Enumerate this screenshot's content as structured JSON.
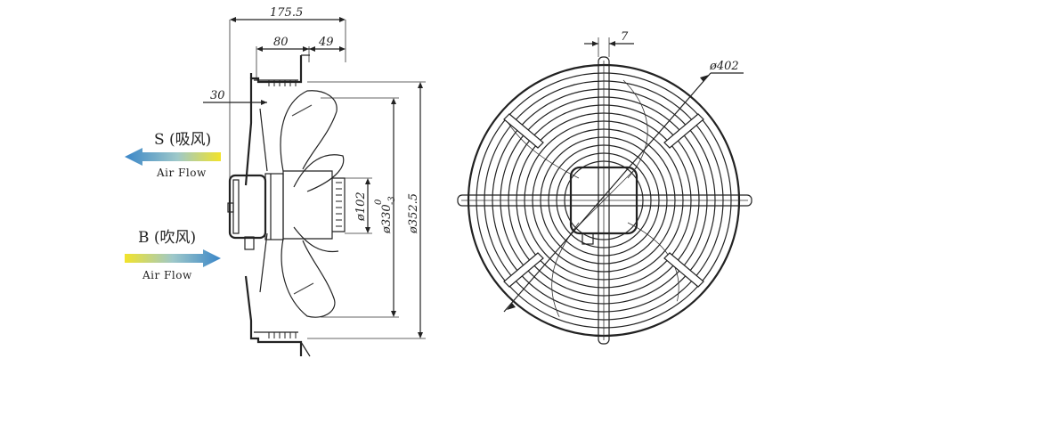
{
  "side_view": {
    "dim_overall": "175.5",
    "dim_80": "80",
    "dim_49": "49",
    "dim_30": "30",
    "dim_hub": "ø102",
    "dim_blade": "ø330",
    "dim_blade_tol_upper": "0",
    "dim_blade_tol_lower": "-3",
    "dim_flange": "ø352.5"
  },
  "front_view": {
    "dim_grill": "ø402",
    "dim_slot": "7"
  },
  "airflow": {
    "suction_label": "S (吸风)",
    "suction_sub": "Air Flow",
    "blow_label": "B (吹风)",
    "blow_sub": "Air Flow"
  },
  "colors": {
    "arrow_blue": "#3a86c8",
    "arrow_yellow": "#f2e32a"
  }
}
